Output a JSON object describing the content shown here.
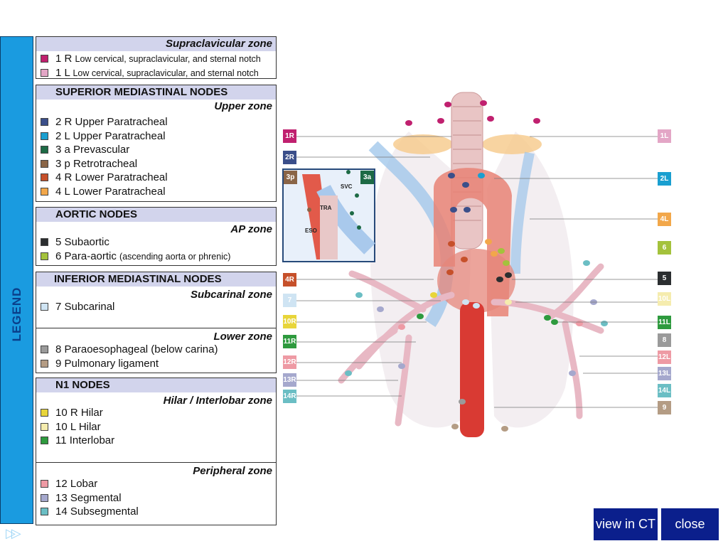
{
  "legend": {
    "tab_label": "LEGEND",
    "forward_icon": "double-chevron-right-icon",
    "groups": [
      {
        "header": "",
        "zones": [
          {
            "name": "Supraclavicular zone",
            "items": [
              {
                "code": "1 R",
                "label": "Low cervical, supraclavicular, and sternal notch",
                "color": "#c0206f"
              },
              {
                "code": "1 L",
                "label": "Low cervical, supraclavicular, and sternal notch",
                "color": "#e3a6c6"
              }
            ]
          }
        ]
      },
      {
        "header": "SUPERIOR MEDIASTINAL NODES",
        "zones": [
          {
            "name": "Upper zone",
            "items": [
              {
                "code": "2 R",
                "label": "Upper Paratracheal",
                "color": "#3b4f8a"
              },
              {
                "code": "2 L",
                "label": "Upper Paratracheal",
                "color": "#1a9fd0"
              },
              {
                "code": "3 a",
                "label": "Prevascular",
                "color": "#1d6a45"
              },
              {
                "code": "3 p",
                "label": "Retrotracheal",
                "color": "#8a6547"
              },
              {
                "code": "4 R",
                "label": "Lower Paratracheal",
                "color": "#c6502a"
              },
              {
                "code": "4 L",
                "label": "Lower Paratracheal",
                "color": "#f2a74a"
              }
            ]
          }
        ]
      },
      {
        "header": "AORTIC NODES",
        "zones": [
          {
            "name": "AP zone",
            "items": [
              {
                "code": "5",
                "label": "Subaortic",
                "color": "#2b2e30"
              },
              {
                "code": "6",
                "label": "Para-aortic",
                "extra": "(ascending aorta or phrenic)",
                "color": "#a4c23c"
              }
            ]
          }
        ]
      },
      {
        "header": "INFERIOR MEDIASTINAL NODES",
        "zones": [
          {
            "name": "Subcarinal zone",
            "items": [
              {
                "code": "7",
                "label": "Subcarinal",
                "color": "#cfe4f3"
              }
            ]
          },
          {
            "name": "Lower zone",
            "items": [
              {
                "code": "8",
                "label": "Paraoesophageal (below carina)",
                "color": "#9a9a9a"
              },
              {
                "code": "9",
                "label": "Pulmonary ligament",
                "color": "#b49c84"
              }
            ]
          }
        ]
      },
      {
        "header": "N1 NODES",
        "zones": [
          {
            "name": "Hilar / Interlobar zone",
            "items": [
              {
                "code": "10 R",
                "label": "Hilar",
                "color": "#e8d53a"
              },
              {
                "code": "10 L",
                "label": "Hilar",
                "color": "#f5ecae"
              },
              {
                "code": "11",
                "label": "Interlobar",
                "color": "#2e9a3e"
              }
            ]
          },
          {
            "name": "Peripheral zone",
            "items": [
              {
                "code": "12",
                "label": "Lobar",
                "color": "#ee9aa4"
              },
              {
                "code": "13",
                "label": "Segmental",
                "color": "#a5a8cd"
              },
              {
                "code": "14",
                "label": "Subsegmental",
                "color": "#6bbec4"
              }
            ]
          }
        ]
      }
    ]
  },
  "diagram": {
    "labels_left": [
      {
        "text": "1R",
        "color": "#c0206f"
      },
      {
        "text": "2R",
        "color": "#3b4f8a"
      },
      {
        "text": "3p",
        "color": "#8a6547"
      },
      {
        "text": "4R",
        "color": "#c6502a"
      },
      {
        "text": "7",
        "color": "#cfe4f3"
      },
      {
        "text": "10R",
        "color": "#e8d53a"
      },
      {
        "text": "11R",
        "color": "#2e9a3e"
      },
      {
        "text": "12R",
        "color": "#ee9aa4"
      },
      {
        "text": "13R",
        "color": "#a5a8cd"
      },
      {
        "text": "14R",
        "color": "#6bbec4"
      }
    ],
    "labels_right": [
      {
        "text": "1L",
        "color": "#e3a6c6"
      },
      {
        "text": "2L",
        "color": "#1a9fd0"
      },
      {
        "text": "4L",
        "color": "#f2a74a"
      },
      {
        "text": "6",
        "color": "#a4c23c"
      },
      {
        "text": "5",
        "color": "#2b2e30"
      },
      {
        "text": "10L",
        "color": "#f5ecae"
      },
      {
        "text": "11L",
        "color": "#2e9a3e"
      },
      {
        "text": "8",
        "color": "#9a9a9a"
      },
      {
        "text": "12L",
        "color": "#ee9aa4"
      },
      {
        "text": "13L",
        "color": "#a5a8cd"
      },
      {
        "text": "14L",
        "color": "#6bbec4"
      },
      {
        "text": "9",
        "color": "#b49c84"
      }
    ],
    "inset": {
      "tag_left": "3p",
      "tag_right": "3a",
      "svc": "SVC",
      "tra": "TRA",
      "eso": "ESO"
    }
  },
  "buttons": {
    "view_ct": "view in CT",
    "close": "close"
  }
}
